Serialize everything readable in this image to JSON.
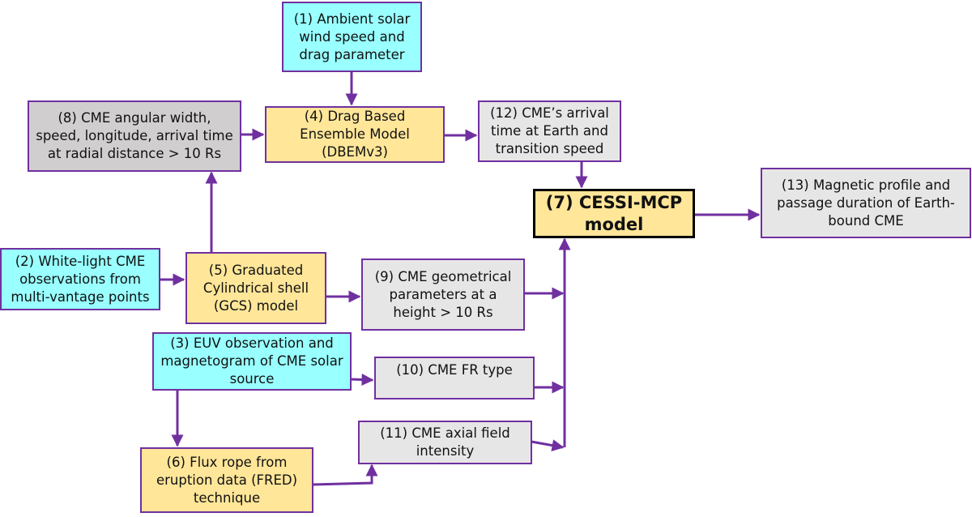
{
  "diagram": {
    "title": "CESSI-MCP model workflow",
    "colors": {
      "input": "#99ffff",
      "model": "#ffe699",
      "output": "#e7e6e6",
      "intermediate": "#d0cece",
      "connector": "#7030a0",
      "main_border": "#000000"
    },
    "nodes": {
      "n1": "(1) Ambient solar wind speed and drag parameter",
      "n2": "(2) White-light CME observations from multi-vantage points",
      "n3": "(3) EUV observation and magnetogram of CME solar source",
      "n4": "(4) Drag Based Ensemble Model (DBEMv3)",
      "n5": "(5) Graduated Cylindrical shell (GCS) model",
      "n6": "(6) Flux rope from eruption data (FRED) technique",
      "n7": "(7) CESSI-MCP model",
      "n8": "(8) CME angular width, speed, longitude, arrival time at radial distance > 10 Rs",
      "n9": "(9) CME geometrical parameters  at a height > 10 Rs",
      "n10": "(10) CME FR type",
      "n11": "(11) CME axial field intensity",
      "n12": "(12) CME’s arrival time at Earth and transition speed",
      "n13": "(13) Magnetic profile and passage duration of Earth-bound CME"
    },
    "edges": [
      {
        "from": "n1",
        "to": "n4"
      },
      {
        "from": "n8",
        "to": "n4"
      },
      {
        "from": "n4",
        "to": "n12"
      },
      {
        "from": "n12",
        "to": "n7"
      },
      {
        "from": "n7",
        "to": "n13"
      },
      {
        "from": "n2",
        "to": "n5"
      },
      {
        "from": "n5",
        "to": "n8"
      },
      {
        "from": "n5",
        "to": "n9"
      },
      {
        "from": "n9",
        "to": "n7"
      },
      {
        "from": "n3",
        "to": "n10"
      },
      {
        "from": "n10",
        "to": "n7"
      },
      {
        "from": "n3",
        "to": "n6"
      },
      {
        "from": "n6",
        "to": "n11"
      },
      {
        "from": "n11",
        "to": "n7"
      }
    ]
  }
}
